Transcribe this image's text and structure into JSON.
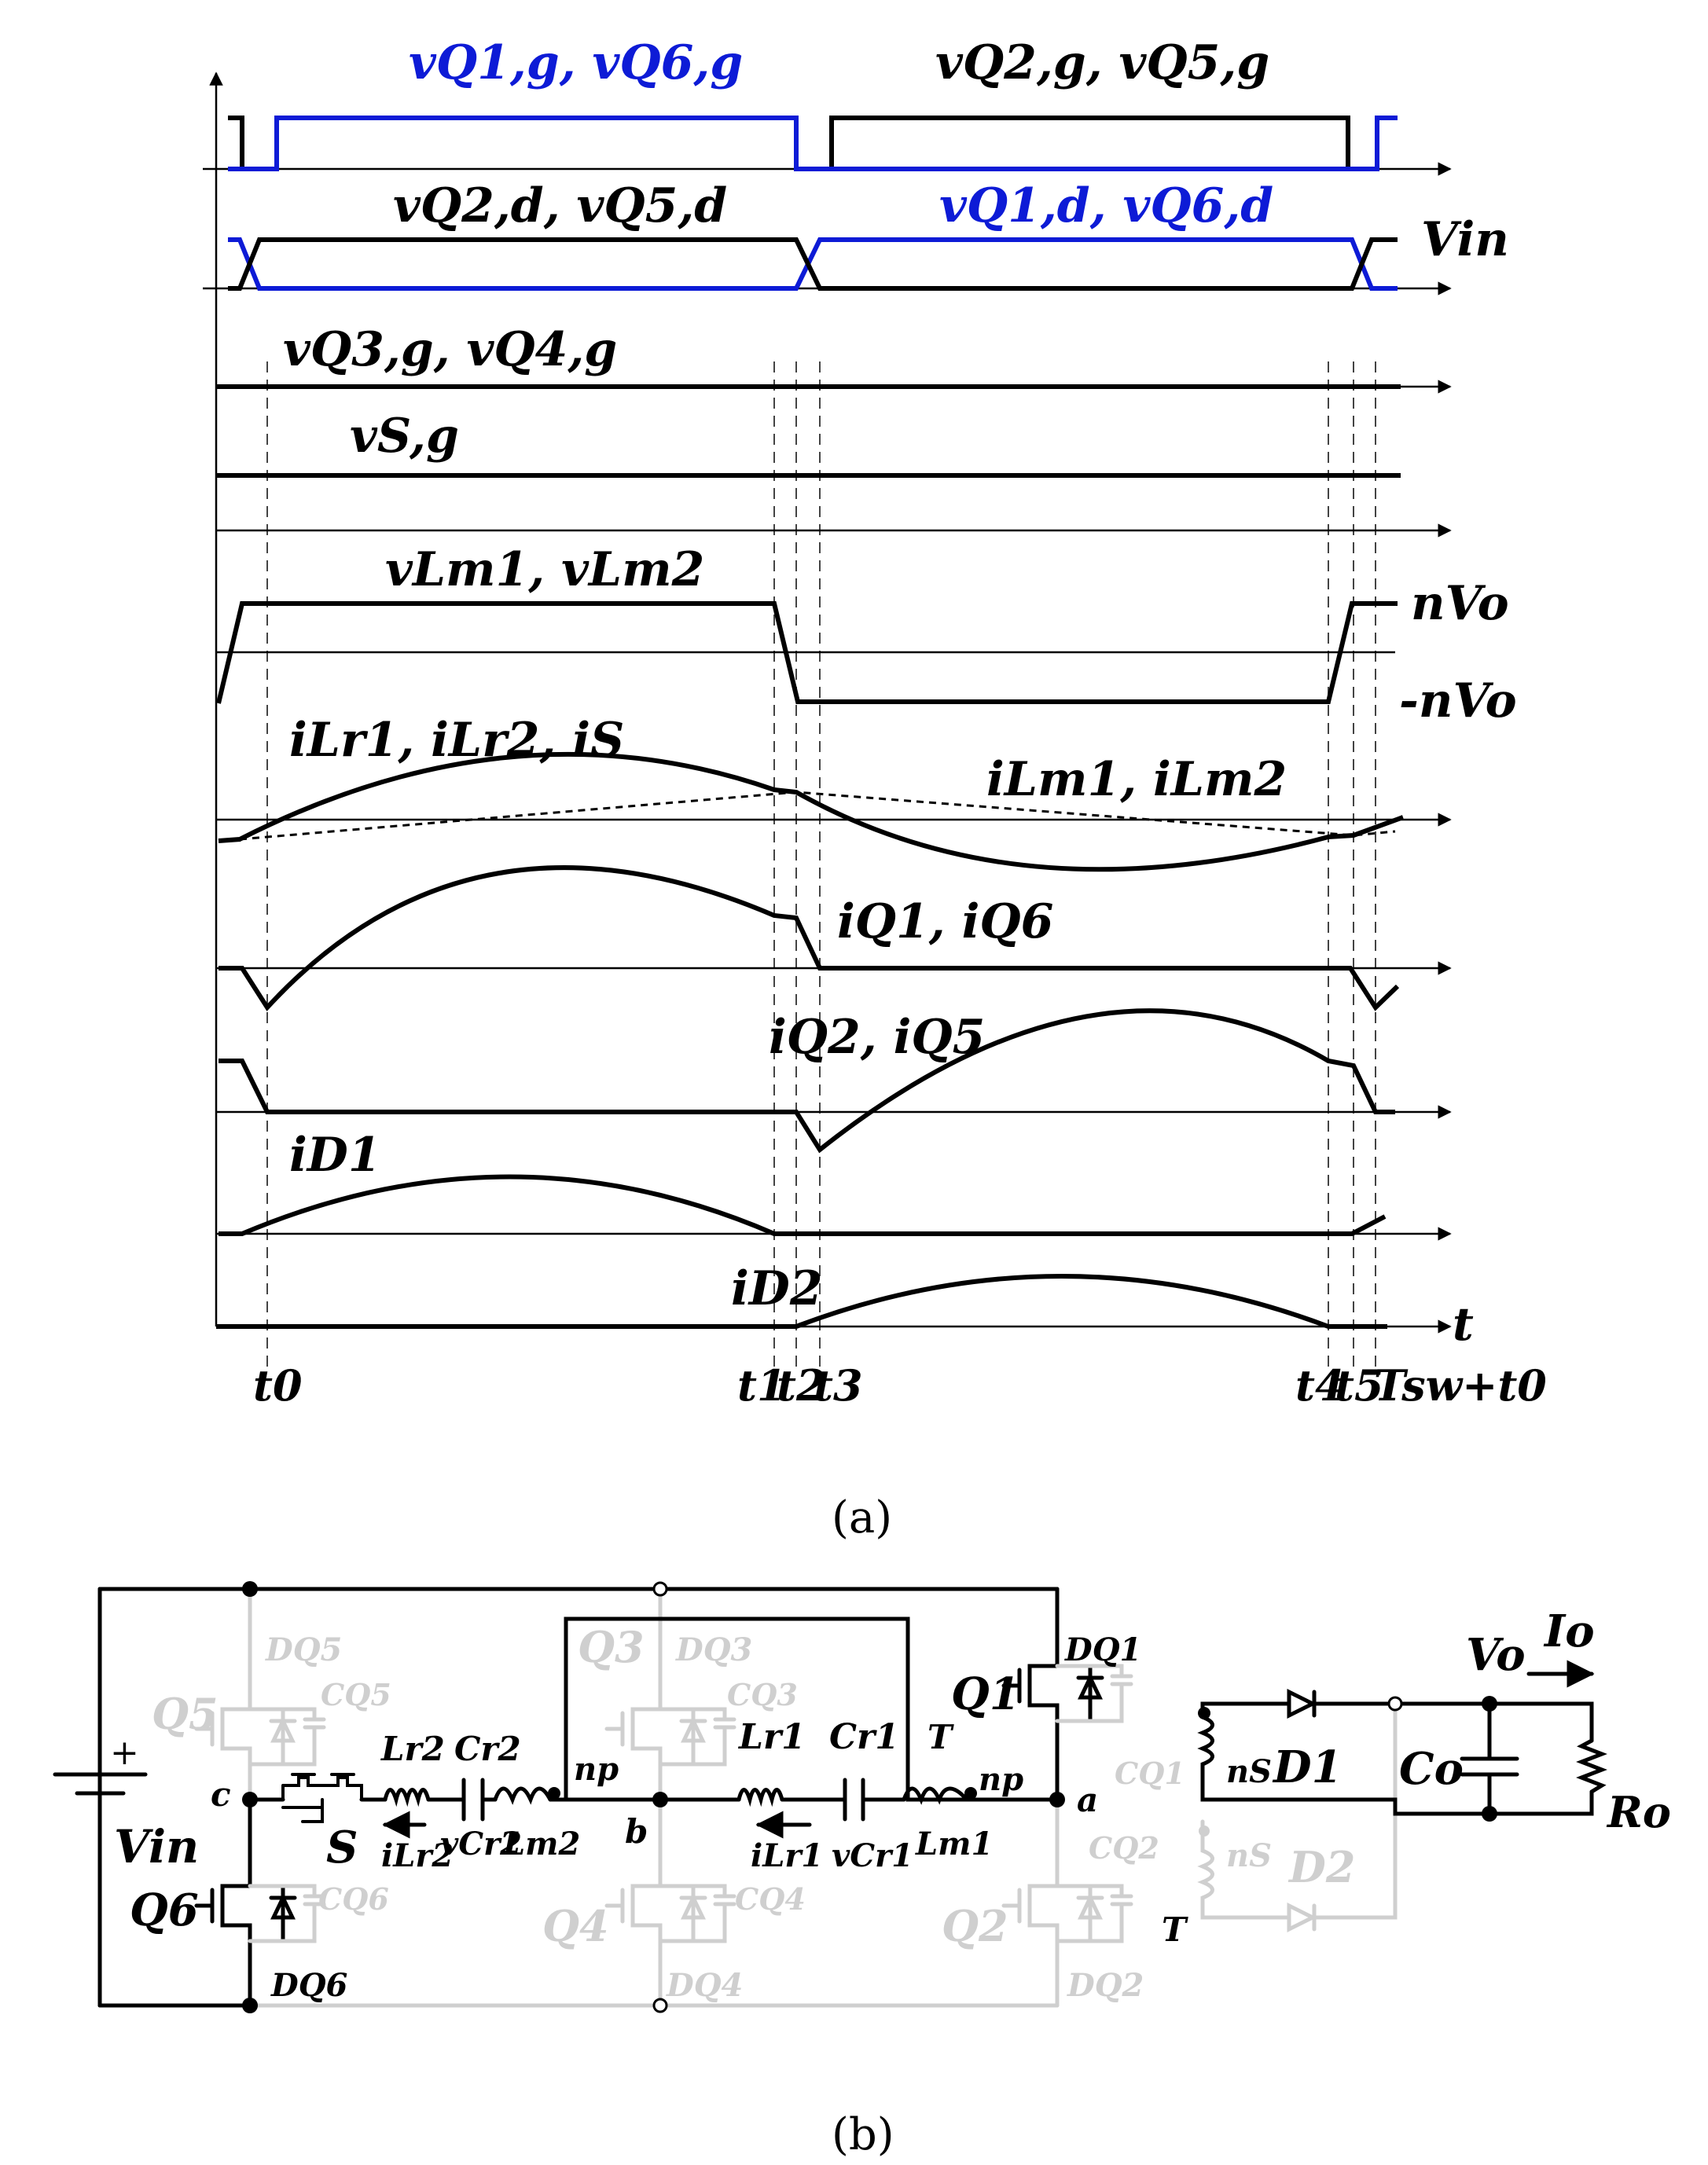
{
  "colors": {
    "black": "#000000",
    "blue": "#0d1bd6",
    "grey": "#cfcfcf",
    "bg": "#ffffff"
  },
  "panel_a": {
    "caption": "(a)",
    "labels": {
      "gate_q1_q6": "vQ1,g, vQ6,g",
      "gate_q2_q5": "vQ2,g, vQ5,g",
      "drain_q2_q5": "vQ2,d, vQ5,d",
      "drain_q1_q6": "vQ1,d, vQ6,d",
      "vin": "Vin",
      "gate_q3_q4": "vQ3,g, vQ4,g",
      "gate_s": "vS,g",
      "vlm": "vLm1, vLm2",
      "pos_nvo": "nVo",
      "neg_nvo": "-nVo",
      "ilr": "iLr1, iLr2, iS",
      "ilm": "iLm1, iLm2",
      "iq1_q6": "iQ1, iQ6",
      "iq2_q5": "iQ2, iQ5",
      "id1": "iD1",
      "id2": "iD2",
      "t_axis": "t"
    },
    "time_ticks": [
      "t0",
      "t1",
      "t2",
      "t3",
      "t4",
      "t5",
      "Tsw+t0"
    ]
  },
  "panel_b": {
    "caption": "(b)",
    "labels": {
      "vin": "Vin",
      "plus": "+",
      "node_a": "a",
      "node_b": "b",
      "node_c": "c",
      "q1": "Q1",
      "dq1": "DQ1",
      "cq1": "CQ1",
      "q2": "Q2",
      "dq2": "DQ2",
      "cq2": "CQ2",
      "q3": "Q3",
      "dq3": "DQ3",
      "cq3": "CQ3",
      "q4": "Q4",
      "dq4": "DQ4",
      "cq4": "CQ4",
      "q5": "Q5",
      "dq5": "DQ5",
      "cq5": "CQ5",
      "q6": "Q6",
      "dq6": "DQ6",
      "cq6": "CQ6",
      "s": "S",
      "lr1": "Lr1",
      "cr1": "Cr1",
      "lm1": "Lm1",
      "ilr1": "iLr1",
      "vcr1": "vCr1",
      "lr2": "Lr2",
      "cr2": "Cr2",
      "lm2": "Lm2",
      "ilr2": "iLr2",
      "vcr2": "vCr2",
      "np1": "np",
      "np2": "np",
      "t_top": "T",
      "t_bot": "T",
      "ns1": "nS",
      "ns2": "nS",
      "d1": "D1",
      "d2": "D2",
      "co": "Co",
      "ro": "Ro",
      "vo": "Vo",
      "io": "Io"
    }
  }
}
